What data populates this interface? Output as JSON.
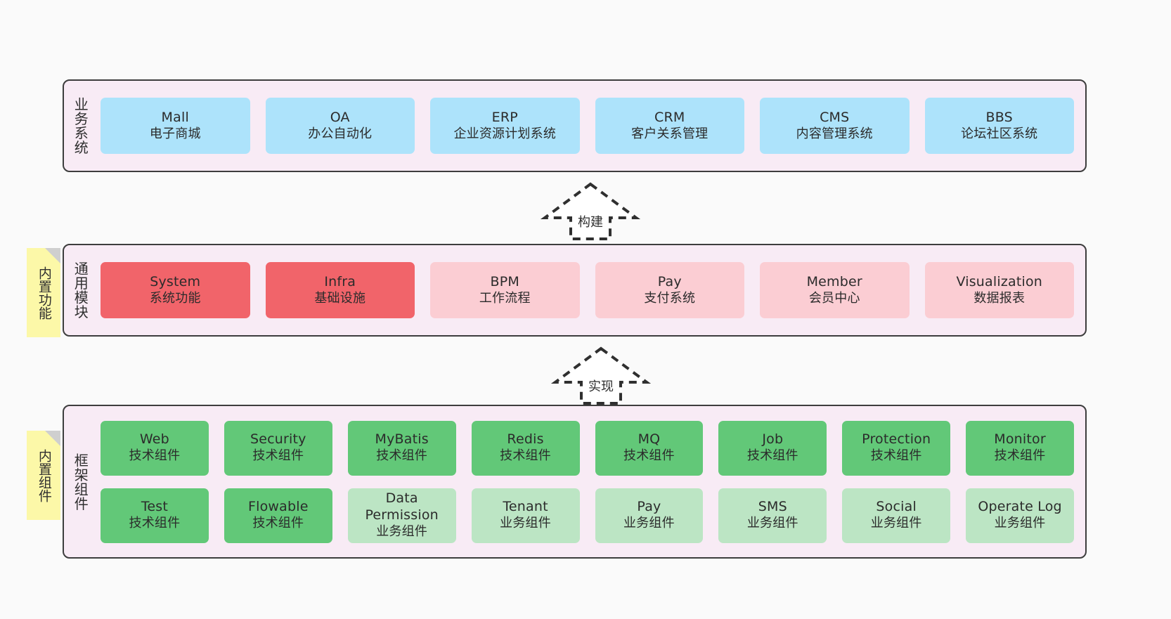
{
  "page": {
    "background": "#fafafa",
    "panel_background": "#f8ebf5",
    "panel_border": "#3d3d3d"
  },
  "colors": {
    "blue": "#ade3fb",
    "red_strong": "#f1646a",
    "red_light": "#fbcdd3",
    "green_strong": "#62c878",
    "green_light": "#bce5c4",
    "sticky_yellow": "#fcf8a8",
    "sticky_fold": "#cfcfcf"
  },
  "layers": {
    "business": {
      "label": "业务系统",
      "cards": [
        {
          "title": "Mall",
          "sub": "电子商城",
          "variant": "c-blue"
        },
        {
          "title": "OA",
          "sub": "办公自动化",
          "variant": "c-blue"
        },
        {
          "title": "ERP",
          "sub": "企业资源计划系统",
          "variant": "c-blue"
        },
        {
          "title": "CRM",
          "sub": "客户关系管理",
          "variant": "c-blue"
        },
        {
          "title": "CMS",
          "sub": "内容管理系统",
          "variant": "c-blue"
        },
        {
          "title": "BBS",
          "sub": "论坛社区系统",
          "variant": "c-blue"
        }
      ]
    },
    "common": {
      "label": "通用模块",
      "note": "内置功能",
      "cards": [
        {
          "title": "System",
          "sub": "系统功能",
          "variant": "c-red-strong"
        },
        {
          "title": "Infra",
          "sub": "基础设施",
          "variant": "c-red-strong"
        },
        {
          "title": "BPM",
          "sub": "工作流程",
          "variant": "c-red-light"
        },
        {
          "title": "Pay",
          "sub": "支付系统",
          "variant": "c-red-light"
        },
        {
          "title": "Member",
          "sub": "会员中心",
          "variant": "c-red-light"
        },
        {
          "title": "Visualization",
          "sub": "数据报表",
          "variant": "c-red-light"
        }
      ]
    },
    "framework": {
      "label": "框架组件",
      "note": "内置组件",
      "row1": [
        {
          "title": "Web",
          "sub": "技术组件",
          "variant": "c-green-strong"
        },
        {
          "title": "Security",
          "sub": "技术组件",
          "variant": "c-green-strong"
        },
        {
          "title": "MyBatis",
          "sub": "技术组件",
          "variant": "c-green-strong"
        },
        {
          "title": "Redis",
          "sub": "技术组件",
          "variant": "c-green-strong"
        },
        {
          "title": "MQ",
          "sub": "技术组件",
          "variant": "c-green-strong"
        },
        {
          "title": "Job",
          "sub": "技术组件",
          "variant": "c-green-strong"
        },
        {
          "title": "Protection",
          "sub": "技术组件",
          "variant": "c-green-strong"
        },
        {
          "title": "Monitor",
          "sub": "技术组件",
          "variant": "c-green-strong"
        }
      ],
      "row2": [
        {
          "title": "Test",
          "sub": "技术组件",
          "variant": "c-green-strong"
        },
        {
          "title": "Flowable",
          "sub": "技术组件",
          "variant": "c-green-strong"
        },
        {
          "title": "Data Permission",
          "sub": "业务组件",
          "variant": "c-green-light"
        },
        {
          "title": "Tenant",
          "sub": "业务组件",
          "variant": "c-green-light"
        },
        {
          "title": "Pay",
          "sub": "业务组件",
          "variant": "c-green-light"
        },
        {
          "title": "SMS",
          "sub": "业务组件",
          "variant": "c-green-light"
        },
        {
          "title": "Social",
          "sub": "业务组件",
          "variant": "c-green-light"
        },
        {
          "title": "Operate Log",
          "sub": "业务组件",
          "variant": "c-green-light"
        }
      ]
    }
  },
  "connectors": [
    {
      "label": "构建",
      "direction": "up"
    },
    {
      "label": "实现",
      "direction": "up"
    }
  ]
}
